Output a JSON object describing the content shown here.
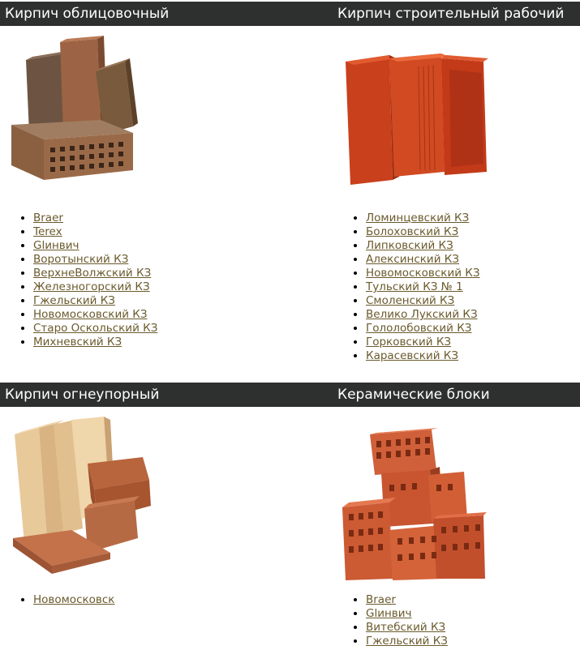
{
  "sections": [
    {
      "title": "Кирпич облицовочный",
      "image_icon": "facing-brick-image",
      "links": [
        "Braer",
        "Terex",
        "Glинвич",
        "Воротынский КЗ",
        "ВерхнеВолжский КЗ",
        "Железногорский КЗ",
        "Гжельский КЗ",
        "Новомосковский КЗ",
        "Старо Оскольский КЗ",
        "Михневский КЗ"
      ]
    },
    {
      "title": "Кирпич строительный рабочий",
      "image_icon": "red-building-brick-image",
      "links": [
        "Ломинцевский КЗ",
        "Болоховский КЗ",
        "Липковский КЗ",
        "Алексинский КЗ",
        "Новомосковский КЗ",
        "Тульский КЗ № 1",
        "Смоленский КЗ",
        "Велико Лукский КЗ",
        "Гололобовский КЗ",
        "Горковский КЗ",
        "Карасевский КЗ"
      ]
    },
    {
      "title": "Кирпич огнеупорный",
      "image_icon": "refractory-brick-image",
      "links": [
        "Новомосковск"
      ]
    },
    {
      "title": "Керамические блоки",
      "image_icon": "ceramic-block-image",
      "links": [
        "Braer",
        "Glинвич",
        "Витебский КЗ",
        "Гжельский КЗ"
      ]
    }
  ]
}
